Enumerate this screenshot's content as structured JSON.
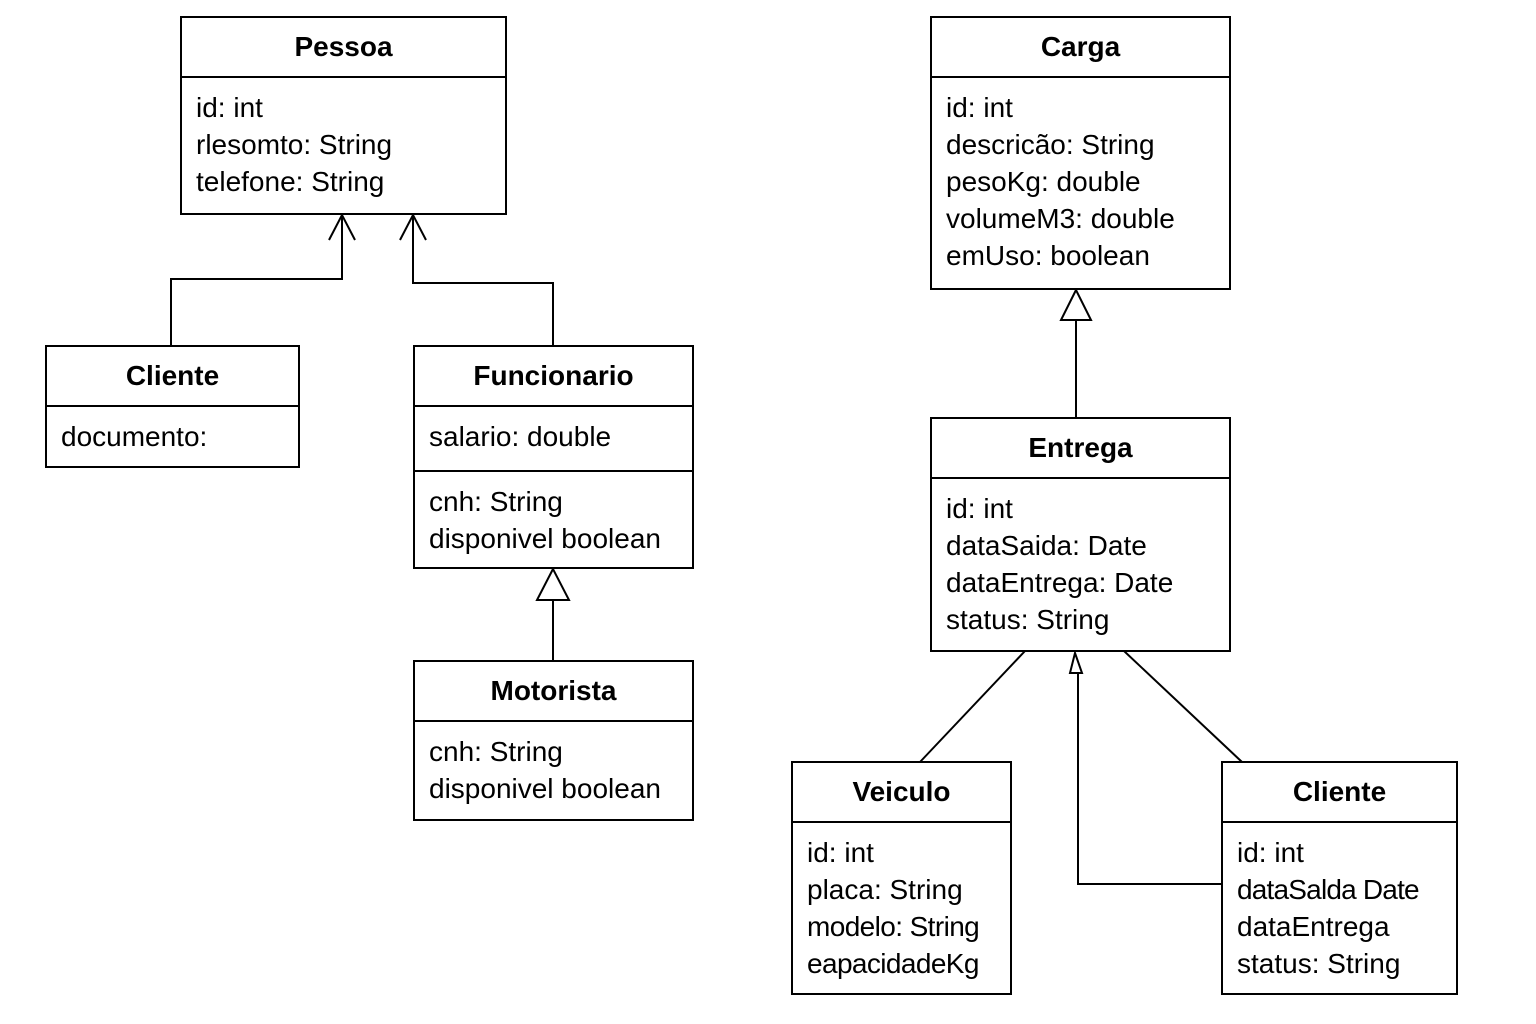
{
  "classes": {
    "pessoa": {
      "name": "Pessoa",
      "attributes": [
        "id: int",
        "rlesomto: String",
        "telefone: String"
      ]
    },
    "cliente_left": {
      "name": "Cliente",
      "attributes": [
        "documento:"
      ]
    },
    "funcionario": {
      "name": "Funcionario",
      "attributes": [
        "salario: double"
      ],
      "extra": [
        "cnh: String",
        "disponivel boolean"
      ]
    },
    "motorista": {
      "name": "Motorista",
      "attributes": [
        "cnh: String",
        "disponivel boolean"
      ]
    },
    "carga": {
      "name": "Carga",
      "attributes": [
        "id: int",
        "descricão: String",
        "pesoKg: double",
        "volumeM3: double",
        "emUso: boolean"
      ]
    },
    "entrega": {
      "name": "Entrega",
      "attributes": [
        "id: int",
        "dataSaida: Date",
        "dataEntrega: Date",
        "status: String"
      ]
    },
    "veiculo": {
      "name": "Veiculo",
      "attributes": [
        "id: int",
        "placa: String",
        "modelo: String",
        "eapacidadeKg"
      ]
    },
    "cliente_right": {
      "name": "Cliente",
      "attributes": [
        "id: int",
        "dataSalda Date",
        "dataEntrega",
        "status: String"
      ]
    }
  }
}
